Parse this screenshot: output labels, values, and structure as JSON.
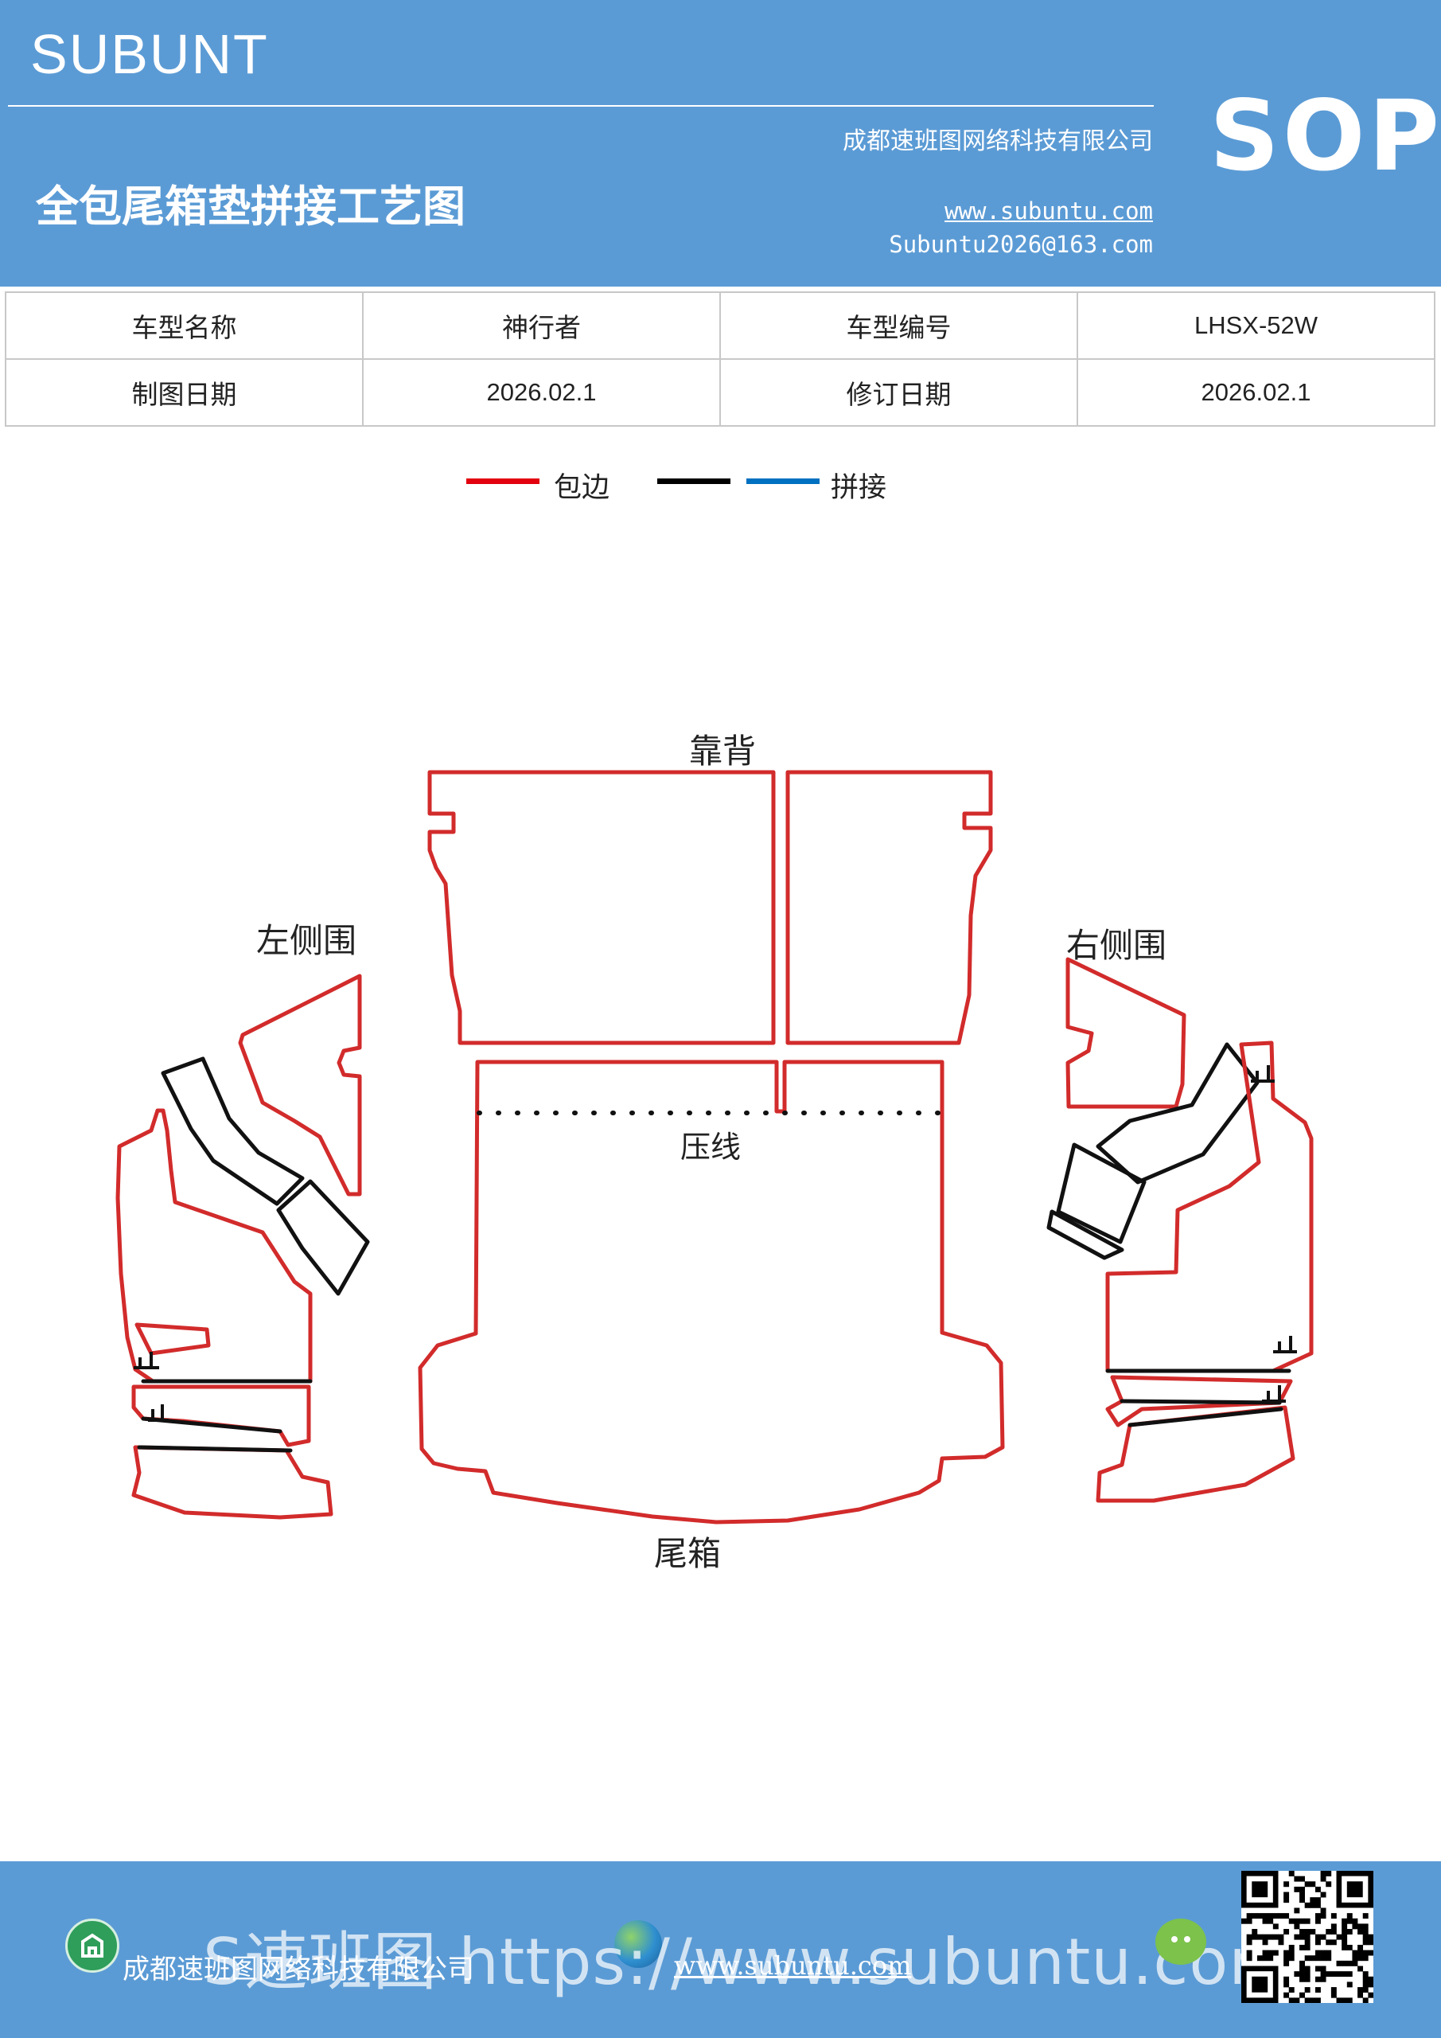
{
  "header": {
    "brand": "SUBUNT",
    "title": "全包尾箱垫拼接工艺图",
    "company": "成都速班图网络科技有限公司",
    "website": "www.subuntu.com",
    "email": "Subuntu2026@163.com",
    "badge": "SOP"
  },
  "info": {
    "model_name_label": "车型名称",
    "model_name": "神行者",
    "model_code_label": "车型编号",
    "model_code": "LHSX-52W",
    "draw_date_label": "制图日期",
    "draw_date": "2026.02.1",
    "revise_date_label": "修订日期",
    "revise_date": "2026.02.1"
  },
  "legend": {
    "items": [
      {
        "label": "包边",
        "color": "#e3000f"
      },
      {
        "label": "",
        "color": "#000000"
      },
      {
        "label": "拼接",
        "color": "#0070c0"
      }
    ]
  },
  "diagram": {
    "labels": {
      "backrest": "靠背",
      "trunk": "尾箱",
      "crease": "压线",
      "left_side": "左侧围",
      "right_side": "右侧围",
      "mark": "止"
    },
    "colors": {
      "binding": "#d22b2b",
      "seam": "#111111"
    }
  },
  "footer": {
    "company": "成都速班图网络科技有限公司",
    "website": "www.subuntu.com",
    "watermark": "S速班图 https://www.subuntu.com"
  }
}
